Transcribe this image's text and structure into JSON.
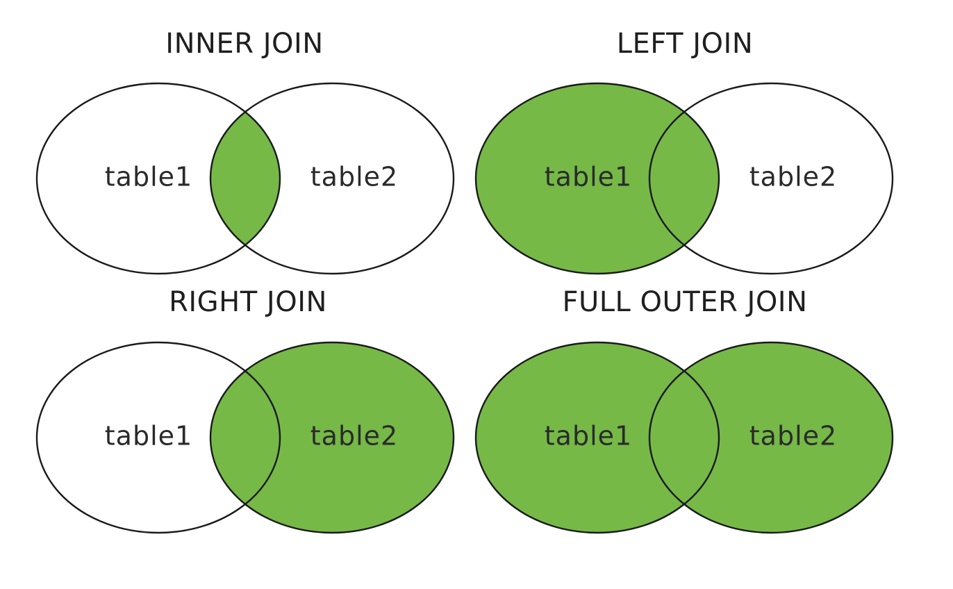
{
  "colors": {
    "fill": "#76b947",
    "stroke": "#1a1a1a",
    "background": "#ffffff"
  },
  "panels": [
    {
      "title": "INNER JOIN",
      "left_label": "table1",
      "right_label": "table2",
      "highlight": "intersection"
    },
    {
      "title": "LEFT JOIN",
      "left_label": "table1",
      "right_label": "table2",
      "highlight": "left"
    },
    {
      "title": "RIGHT JOIN",
      "left_label": "table1",
      "right_label": "table2",
      "highlight": "right"
    },
    {
      "title": "FULL OUTER JOIN",
      "left_label": "table1",
      "right_label": "table2",
      "highlight": "union"
    }
  ]
}
